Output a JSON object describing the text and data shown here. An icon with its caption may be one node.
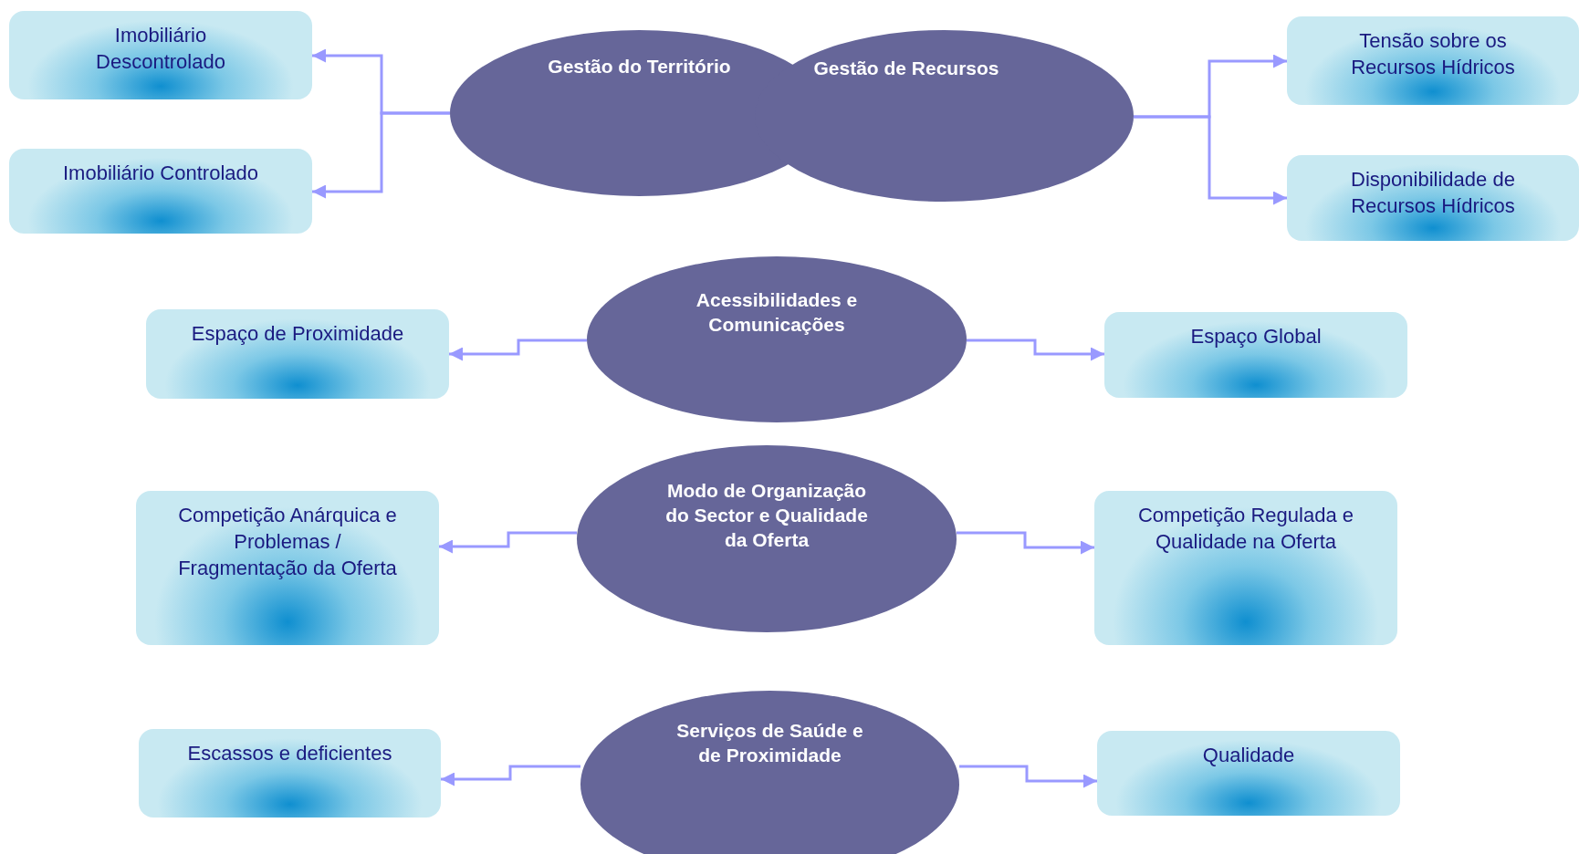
{
  "diagram": {
    "nodes": [
      {
        "text": [
          "Gestão do Território"
        ]
      },
      {
        "text": [
          "Gestão de Recursos"
        ]
      },
      {
        "text": [
          "Imobiliário Descontrolado"
        ]
      },
      {
        "text": [
          "Imobiliário Controlado"
        ]
      },
      {
        "text": [
          "Tensão sobre os Recursos Hídricos"
        ]
      },
      {
        "text": [
          "Disponibilidade de Recursos Hídricos"
        ]
      },
      {
        "text": [
          "Acessibilidades e Comunicações"
        ]
      },
      {
        "text": [
          "Espaço de Proximidade"
        ]
      },
      {
        "text": [
          "Espaço Global"
        ]
      },
      {
        "text": [
          "Modo de Organização do Sector e Qualidade da Oferta"
        ]
      },
      {
        "text": [
          "Competição Anárquica e Problemas / Fragmentação da Oferta"
        ]
      },
      {
        "text": [
          "Competição Regulada e Qualidade na Oferta"
        ]
      },
      {
        "text": [
          "Serviços de Saúde e de Proximidade"
        ]
      },
      {
        "text": [
          "Escassos e deficientes"
        ]
      },
      {
        "text": [
          "Qualidade"
        ]
      }
    ],
    "edges": [
      {
        "from": 0,
        "to": 2,
        "arrow": "to"
      },
      {
        "from": 0,
        "to": 3,
        "arrow": "to"
      },
      {
        "from": 1,
        "to": 4,
        "arrow": "to"
      },
      {
        "from": 1,
        "to": 5,
        "arrow": "to"
      },
      {
        "from": 6,
        "to": 7,
        "arrow": "to"
      },
      {
        "from": 6,
        "to": 8,
        "arrow": "to"
      },
      {
        "from": 9,
        "to": 10,
        "arrow": "to"
      },
      {
        "from": 9,
        "to": 11,
        "arrow": "to"
      },
      {
        "from": 12,
        "to": 13,
        "arrow": "to"
      },
      {
        "from": 12,
        "to": 14,
        "arrow": "to"
      }
    ]
  }
}
